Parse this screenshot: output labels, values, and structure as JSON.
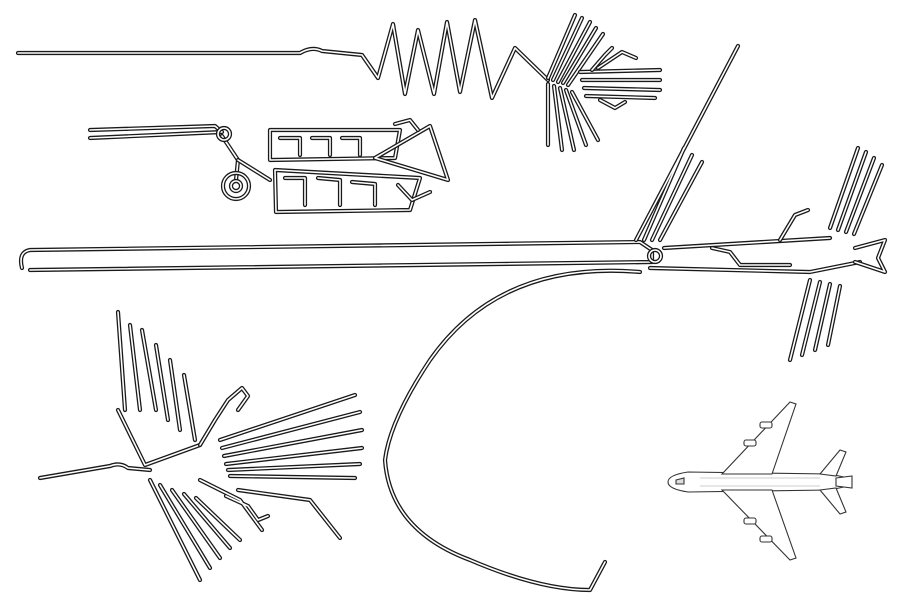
{
  "figure": {
    "background": "#ffffff",
    "line_color": "#1a1a1a",
    "fill_color": "#ffffff",
    "glyphs": [
      {
        "name": "hummingbird-with-zigzag-glyph",
        "icon": "hummingbird-icon"
      },
      {
        "name": "bird-with-ring-glyph",
        "icon": "bird-icon"
      },
      {
        "name": "large-bird-with-long-neck-glyph",
        "icon": "bird-icon"
      },
      {
        "name": "condor-glyph",
        "icon": "condor-icon"
      },
      {
        "name": "curved-line-glyph",
        "icon": "arc-icon"
      },
      {
        "name": "airplane-comparison",
        "icon": "airplane-icon"
      }
    ]
  }
}
